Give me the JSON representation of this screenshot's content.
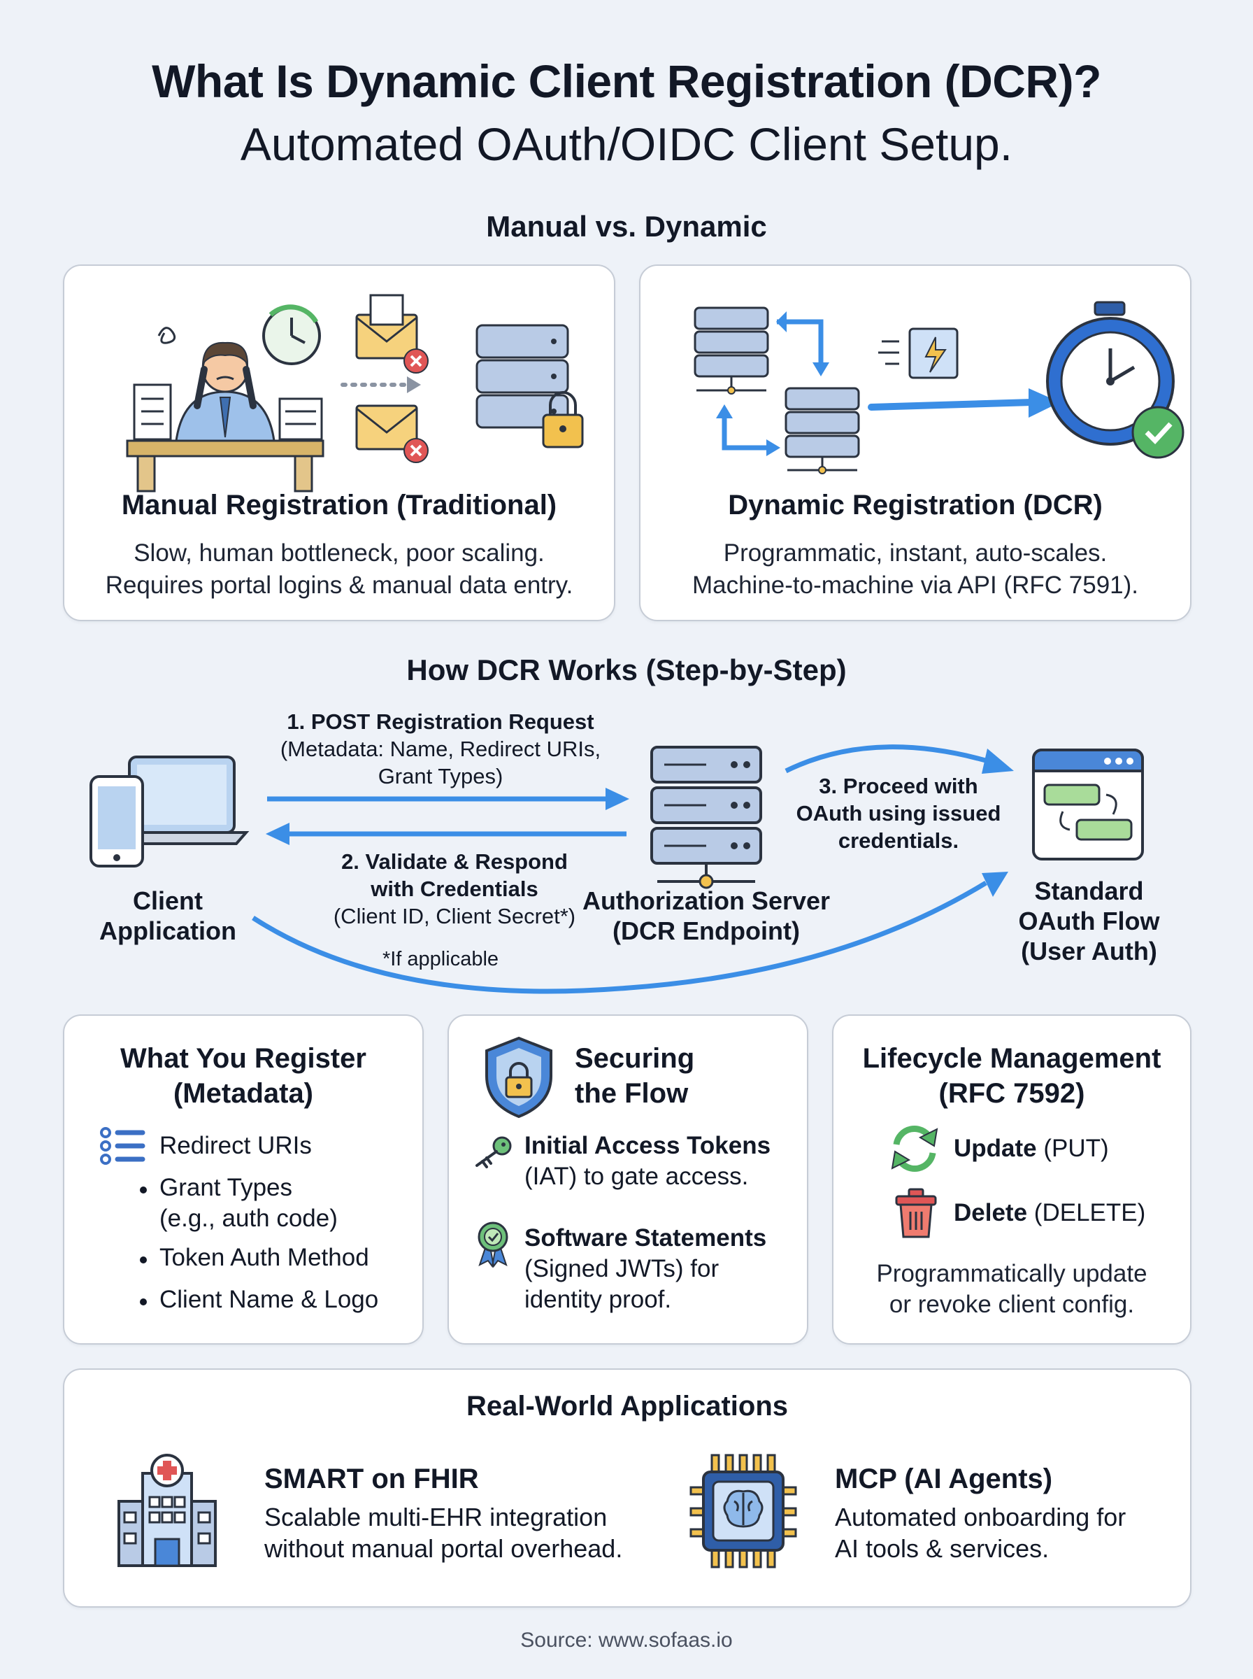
{
  "header": {
    "title": "What Is Dynamic Client Registration (DCR)?",
    "subtitle": "Automated OAuth/OIDC Client Setup."
  },
  "comparison": {
    "heading": "Manual vs. Dynamic",
    "manual": {
      "title": "Manual Registration (Traditional)",
      "line1": "Slow, human bottleneck, poor scaling.",
      "line2": "Requires portal logins & manual data entry."
    },
    "dynamic": {
      "title": "Dynamic Registration (DCR)",
      "line1": "Programmatic, instant, auto-scales.",
      "line2": "Machine-to-machine via API (RFC 7591)."
    }
  },
  "flow": {
    "heading": "How DCR Works (Step-by-Step)",
    "client_line1": "Client",
    "client_line2": "Application",
    "server_line1": "Authorization Server",
    "server_line2": "(DCR Endpoint)",
    "oauth_line1": "Standard",
    "oauth_line2": "OAuth Flow",
    "oauth_line3": "(User Auth)",
    "step1_title": "1. POST Registration Request",
    "step1_line1": "(Metadata: Name, Redirect URIs,",
    "step1_line2": "Grant Types)",
    "step2_title1": "2. Validate & Respond",
    "step2_title2": "with Credentials",
    "step2_line1": "(Client ID, Client Secret*)",
    "step3_line1": "3. Proceed with",
    "step3_line2": "OAuth using issued",
    "step3_line3": "credentials.",
    "footnote": "*If applicable"
  },
  "register": {
    "title1": "What You Register",
    "title2": "(Metadata)",
    "items": [
      "Redirect URIs",
      "Grant Types",
      "(e.g., auth code)",
      "Token Auth Method",
      "Client Name & Logo"
    ]
  },
  "securing": {
    "title1": "Securing",
    "title2": "the Flow",
    "iat_title": "Initial Access Tokens",
    "iat_desc": "(IAT) to gate access.",
    "ss_title": "Software Statements",
    "ss_desc1": "(Signed JWTs) for",
    "ss_desc2": "identity proof."
  },
  "lifecycle": {
    "title1": "Lifecycle Management",
    "title2": "(RFC 7592)",
    "update_bold": "Update",
    "update_rest": " (PUT)",
    "delete_bold": "Delete",
    "delete_rest": " (DELETE)",
    "desc1": "Programmatically update",
    "desc2": "or revoke client config."
  },
  "applications": {
    "heading": "Real-World Applications",
    "smart_title": "SMART on FHIR",
    "smart_desc1": "Scalable multi-EHR integration",
    "smart_desc2": "without manual portal overhead.",
    "mcp_title": "MCP (AI Agents)",
    "mcp_desc1": "Automated onboarding for",
    "mcp_desc2": "AI tools & services."
  },
  "footer": {
    "source": "Source: www.sofaas.io"
  },
  "colors": {
    "accent_blue": "#3b8ee6",
    "server_blue": "#b9cbe6",
    "green": "#55b565",
    "red": "#e05656"
  }
}
